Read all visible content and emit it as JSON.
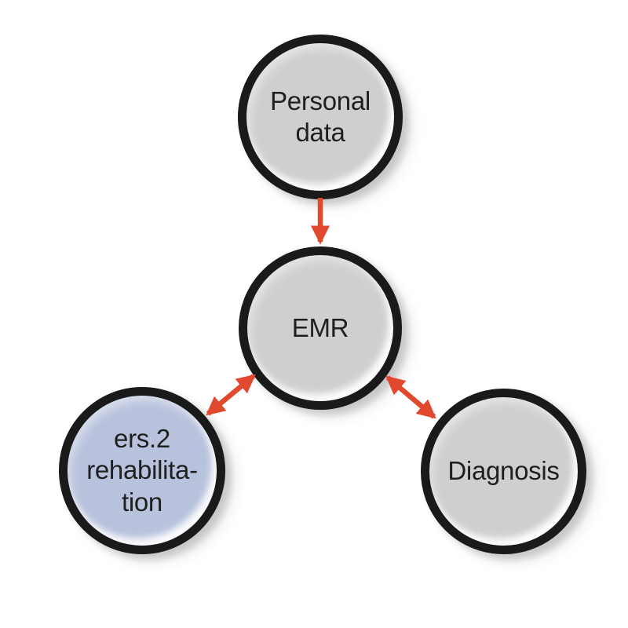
{
  "canvas": {
    "background": "#ffffff"
  },
  "colors": {
    "node_fill_gray": "#cfcfcd",
    "node_fill_blue": "#b8c2dc",
    "node_ring": "#1a1a1a",
    "arrow": "#e0492d",
    "label_text": "#1f1f1f"
  },
  "diagram": {
    "nodes": [
      {
        "id": "personal-data",
        "label": "Personal\ndata",
        "fill": "#cfcfcd"
      },
      {
        "id": "emr",
        "label": "EMR",
        "fill": "#cfcfcd"
      },
      {
        "id": "rehabilitation",
        "label": "ers.2\nrehabilita-\ntion",
        "fill": "#b8c2dc"
      },
      {
        "id": "diagnosis",
        "label": "Diagnosis",
        "fill": "#cfcfcd"
      }
    ],
    "edges": [
      {
        "from": "personal-data",
        "to": "emr",
        "arrows": "one-way",
        "direction": "down"
      },
      {
        "from": "emr",
        "to": "rehabilitation",
        "arrows": "two-way"
      },
      {
        "from": "emr",
        "to": "diagnosis",
        "arrows": "two-way"
      }
    ]
  }
}
